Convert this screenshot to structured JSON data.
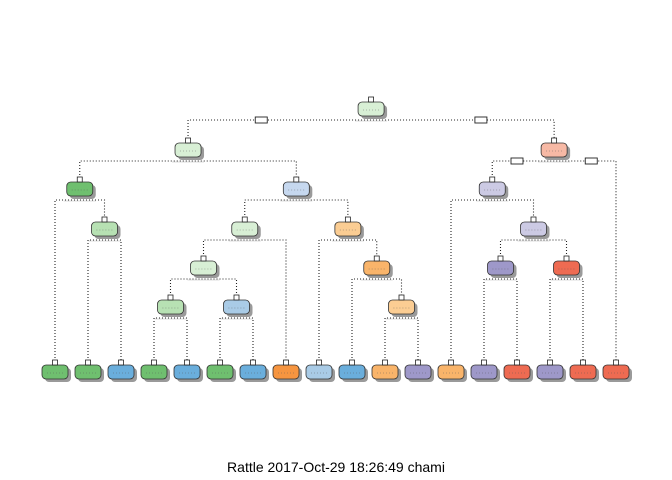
{
  "caption": "Rattle 2017-Oct-29 18:26:49 chami",
  "colors": {
    "green_dark": "#6fbf6f",
    "green_light": "#b7e1b3",
    "green_pale": "#d8efd5",
    "blue": "#6aaedc",
    "blue_light": "#a9cbe6",
    "blue_pale": "#c6d8ef",
    "orange": "#f69540",
    "orange_light": "#f9b46a",
    "orange_pale": "#fbcd93",
    "salmon": "#f7b9a5",
    "red": "#ee6b52",
    "purple": "#9e98c9",
    "lavender": "#cccae4",
    "white": "#ffffff"
  },
  "tree": {
    "c": "green_pale",
    "s": true,
    "children": [
      {
        "c": "green_pale",
        "children": [
          {
            "c": "green_dark",
            "children": [
              {
                "c": "green_dark"
              },
              {
                "c": "green_light",
                "children": [
                  {
                    "c": "green_dark"
                  },
                  {
                    "c": "blue"
                  }
                ]
              }
            ]
          },
          {
            "c": "blue_pale",
            "children": [
              {
                "c": "green_pale",
                "children": [
                  {
                    "c": "green_pale",
                    "children": [
                      {
                        "c": "green_light",
                        "children": [
                          {
                            "c": "green_dark"
                          },
                          {
                            "c": "blue"
                          }
                        ]
                      },
                      {
                        "c": "blue_light",
                        "children": [
                          {
                            "c": "green_dark"
                          },
                          {
                            "c": "blue"
                          }
                        ]
                      }
                    ]
                  },
                  {
                    "c": "orange"
                  }
                ]
              },
              {
                "c": "orange_pale",
                "children": [
                  {
                    "c": "blue_light"
                  },
                  {
                    "c": "orange_light",
                    "children": [
                      {
                        "c": "blue"
                      },
                      {
                        "c": "orange_pale",
                        "children": [
                          {
                            "c": "orange_light"
                          },
                          {
                            "c": "purple"
                          }
                        ]
                      }
                    ]
                  }
                ]
              }
            ]
          }
        ]
      },
      {
        "c": "salmon",
        "s": true,
        "children": [
          {
            "c": "lavender",
            "children": [
              {
                "c": "orange_light"
              },
              {
                "c": "lavender",
                "children": [
                  {
                    "c": "purple",
                    "children": [
                      {
                        "c": "purple"
                      },
                      {
                        "c": "red"
                      }
                    ]
                  },
                  {
                    "c": "red",
                    "children": [
                      {
                        "c": "purple"
                      },
                      {
                        "c": "red"
                      }
                    ]
                  }
                ]
              }
            ]
          },
          {
            "c": "red"
          }
        ]
      }
    ]
  }
}
